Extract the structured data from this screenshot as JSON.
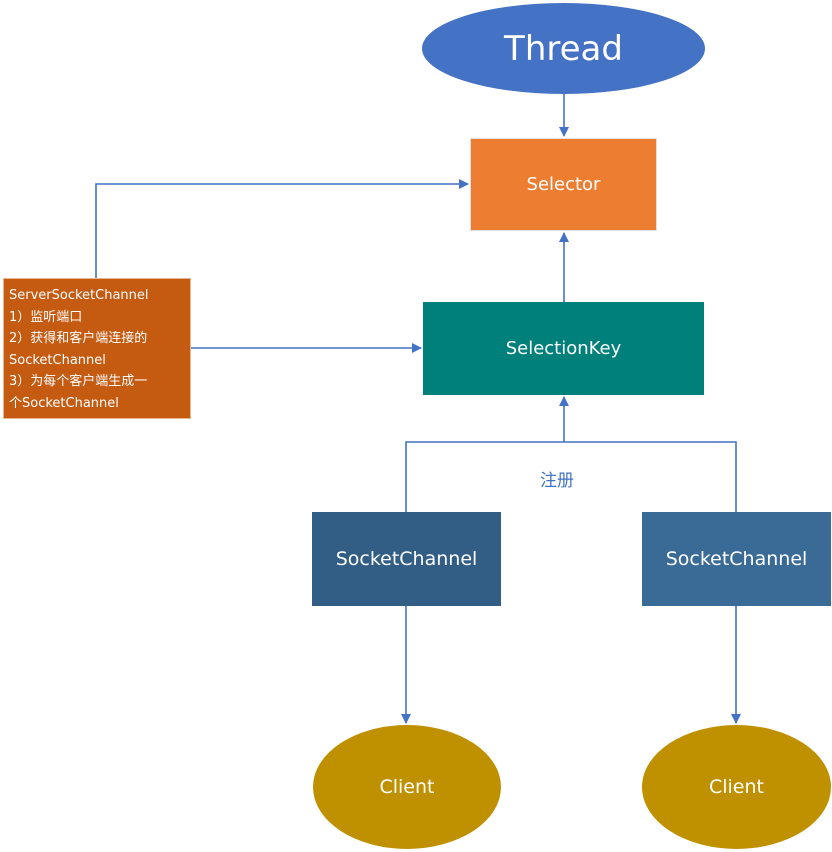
{
  "nodes": {
    "thread": "Thread",
    "selector": "Selector",
    "selection_key": "SelectionKey",
    "server_socket_channel": {
      "lines": [
        "ServerSocketChannel",
        "1）监听端口",
        "2）获得和客户端连接的",
        "SocketChannel",
        "3）为每个客户端生成一",
        "个SocketChannel"
      ]
    },
    "socket_channel_1": "SocketChannel",
    "socket_channel_2": "SocketChannel",
    "client_1": "Client",
    "client_2": "Client"
  },
  "edge_label": "注册",
  "colors": {
    "thread": "#4472c4",
    "selector": "#ed7d31",
    "selection_key": "#00807a",
    "server_socket_channel": "#c55a11",
    "socket_channel": "#325d85",
    "client": "#bf9000",
    "connector": "#4472c4"
  }
}
